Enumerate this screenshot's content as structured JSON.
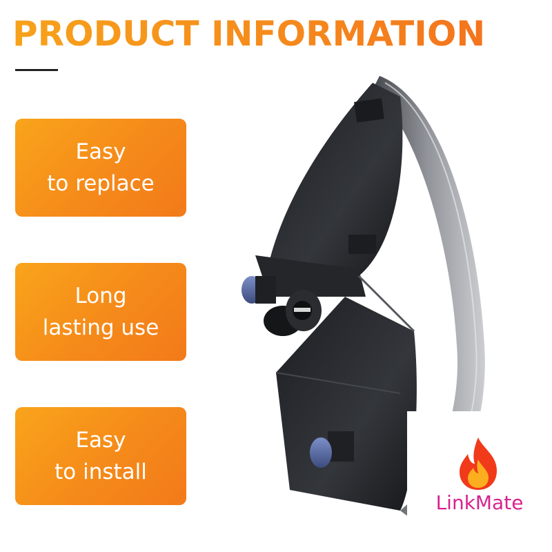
{
  "header": {
    "title": "PRODUCT INFORMATION"
  },
  "features": [
    {
      "line1": "Easy",
      "line2": "to replace"
    },
    {
      "line1": "Long",
      "line2": "lasting use"
    },
    {
      "line1": "Easy",
      "line2": "to install"
    }
  ],
  "brand": {
    "name": "LinkMate",
    "icon": "flame-icon",
    "color": "#d8228e"
  },
  "colors": {
    "accent_orange": "#f58a1c",
    "accent_yellow": "#f9a41b",
    "product_dark": "#2a2c30",
    "connector_blue": "#5b6fa8"
  }
}
